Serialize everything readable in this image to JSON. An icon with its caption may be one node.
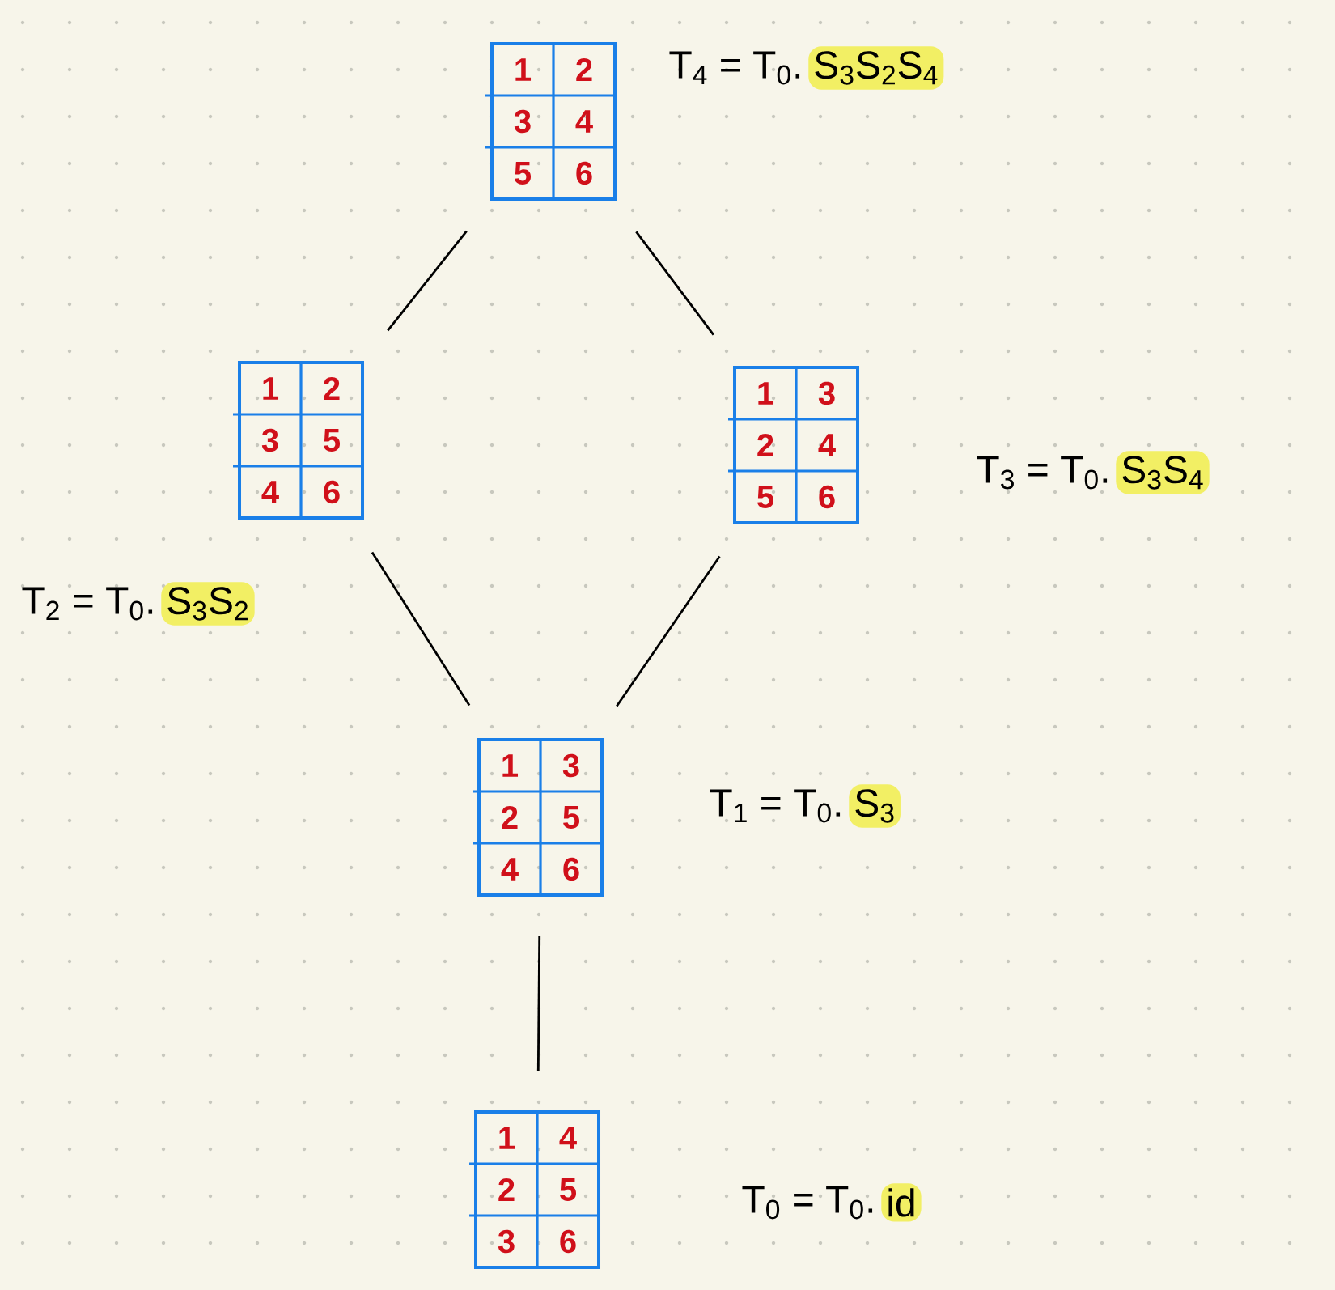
{
  "diagram": {
    "nodes": [
      {
        "text": [
          "1",
          "2",
          "3",
          "4",
          "5",
          "6"
        ],
        "beside": [
          "T$_{4}$ = T$_{0}$.",
          "S$_{3}$S$_{2}$S$_{4}$"
        ]
      },
      {
        "text": [
          "1",
          "2",
          "3",
          "5",
          "4",
          "6"
        ],
        "beside": [
          "T$_{2}$ = T$_{0}$.",
          "S$_{3}$S$_{2}$"
        ]
      },
      {
        "text": [
          "1",
          "3",
          "2",
          "4",
          "5",
          "6"
        ],
        "beside": [
          "T$_{3}$ = T$_{0}$.",
          "S$_{3}$S$_{4}$"
        ]
      },
      {
        "text": [
          "1",
          "3",
          "2",
          "5",
          "4",
          "6"
        ],
        "beside": [
          "T$_{1}$ = T$_{0}$.",
          "S$_{3}$"
        ]
      },
      {
        "text": [
          "1",
          "4",
          "2",
          "5",
          "3",
          "6"
        ],
        "beside": [
          "T$_{0}$ = T$_{0}$.",
          "id"
        ]
      }
    ],
    "edges": [
      {
        "from": 0,
        "to": 1,
        "arrow": "none"
      },
      {
        "from": 0,
        "to": 2,
        "arrow": "none"
      },
      {
        "from": 1,
        "to": 3,
        "arrow": "none"
      },
      {
        "from": 2,
        "to": 3,
        "arrow": "none"
      },
      {
        "from": 3,
        "to": 4,
        "arrow": "none"
      }
    ]
  }
}
